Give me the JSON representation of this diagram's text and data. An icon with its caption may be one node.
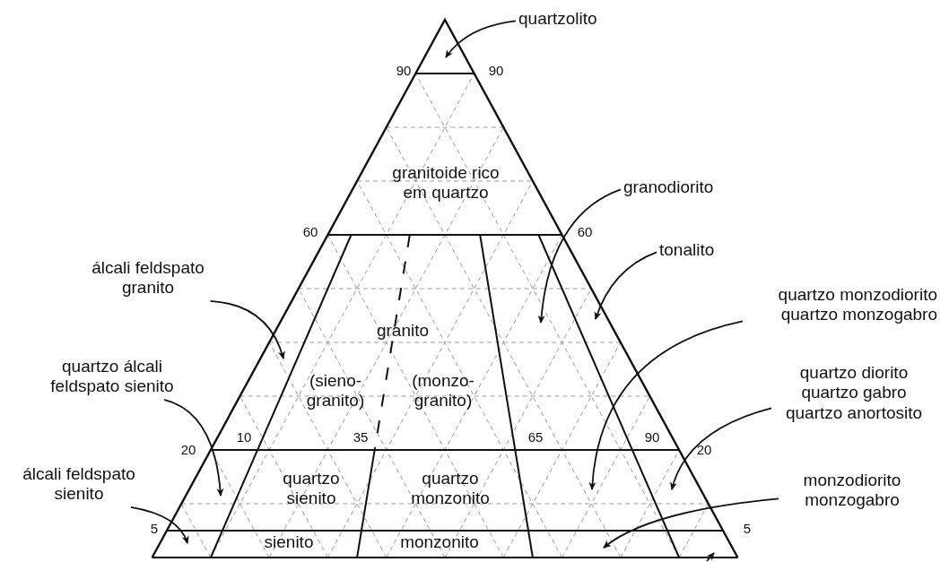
{
  "diagram": {
    "nodes": [
      {
        "text": [
          "quartzolito"
        ]
      },
      {
        "text": [
          "álcali feldspato granito"
        ]
      },
      {
        "text": [
          "quartzo álcali feldspato sienito"
        ]
      },
      {
        "text": [
          "álcali feldspato sienito"
        ]
      },
      {
        "text": [
          "granodiorito"
        ]
      },
      {
        "text": [
          "tonalito"
        ]
      },
      {
        "text": [
          "quartzo monzodiorito quartzo monzogabro"
        ]
      },
      {
        "text": [
          "quartzo diorito quartzo gabro quartzo anortosito"
        ]
      },
      {
        "text": [
          "monzodiorito monzogabro"
        ]
      }
    ],
    "edges": [
      {
        "from": 0,
        "to": null,
        "arrow": "to"
      },
      {
        "from": 1,
        "to": null,
        "arrow": "to"
      },
      {
        "from": 2,
        "to": null,
        "arrow": "to"
      },
      {
        "from": 3,
        "to": null,
        "arrow": "to"
      },
      {
        "from": 4,
        "to": null,
        "arrow": "to"
      },
      {
        "from": 5,
        "to": null,
        "arrow": "to"
      },
      {
        "from": 6,
        "to": null,
        "arrow": "to"
      },
      {
        "from": 7,
        "to": null,
        "arrow": "to"
      },
      {
        "from": 8,
        "to": null,
        "arrow": "to"
      }
    ],
    "labels": [
      "90",
      "90",
      "granitoide rico em quartzo",
      "60",
      "60",
      "granito",
      "(sieno- granito)",
      "(monzo- granito)",
      "10",
      "35",
      "65",
      "90",
      "20",
      "20",
      "quartzo sienito",
      "quartzo monzonito",
      "5",
      "5",
      "sienito",
      "monzonito"
    ]
  }
}
